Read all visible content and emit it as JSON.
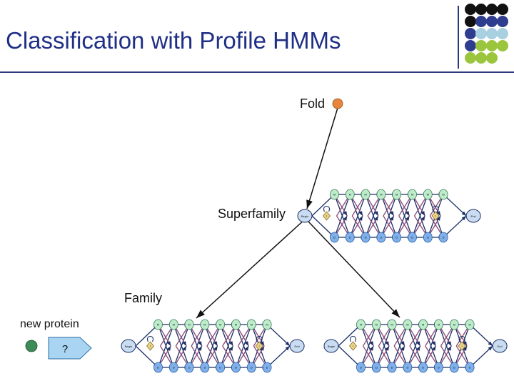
{
  "title": "Classification with Profile HMMs",
  "labels": {
    "fold": "Fold",
    "superfamily": "Superfamily",
    "family": "Family",
    "new_protein": "new protein",
    "question": "?"
  },
  "hmm_node_text": {
    "begin": "Begin",
    "end": "End",
    "match": "M",
    "insert": "I",
    "delete": "D"
  },
  "colors": {
    "title": "#1f2f86",
    "rule": "#2d3a7c",
    "fold_node": "#e8843c",
    "new_protein_node": "#3d8b57",
    "arrow_box": "#a9d4f2",
    "match_state": "#bdeccb",
    "delete_state": "#7fb0ea",
    "insert_state": "#ebd48a",
    "begin_end_state": "#c9dcf2",
    "edge_dark": "#1c2f66",
    "edge_purple": "#8a4a78",
    "dot_palette": [
      "#111111",
      "#2f3d8f",
      "#a8d0e0",
      "#9bc53d"
    ]
  }
}
